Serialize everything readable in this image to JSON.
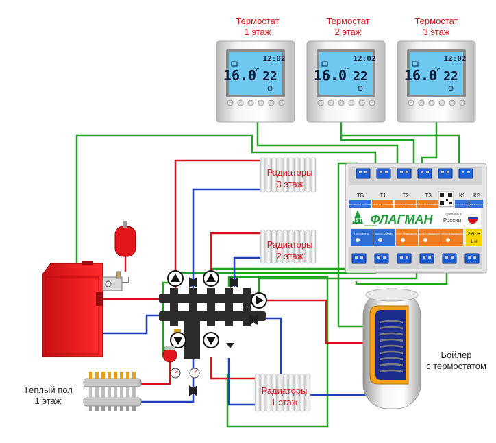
{
  "thermostats": [
    {
      "caption_line1": "Термостат",
      "caption_line2": "1 этаж",
      "time": "12:02",
      "set_temp": "16.0",
      "room_temp": "22",
      "unit": "°C"
    },
    {
      "caption_line1": "Термостат",
      "caption_line2": "2 этаж",
      "time": "12:02",
      "set_temp": "16.0",
      "room_temp": "22",
      "unit": "°C"
    },
    {
      "caption_line1": "Термостат",
      "caption_line2": "3 этаж",
      "time": "12:02",
      "set_temp": "16.0",
      "room_temp": "22",
      "unit": "°C"
    }
  ],
  "radiators": [
    {
      "line1": "Радиаторы",
      "line2": "3 этаж"
    },
    {
      "line1": "Радиаторы",
      "line2": "2 этаж"
    },
    {
      "line1": "Радиаторы",
      "line2": "1 этаж"
    }
  ],
  "floor_heating": {
    "line1": "Тёплый пол",
    "line2": "1 этаж"
  },
  "boiler": {
    "line1": "Бойлер",
    "line2": "с термостатом"
  },
  "controller": {
    "brand": "ФЛАГМАН",
    "logo": "IST",
    "logo_sub": "electronics",
    "made_in_line1": "сделано в",
    "made_in_line2": "России",
    "voltage": "220 В",
    "voltage_terms": "L  N",
    "top_terminals": [
      {
        "code": "ТБ",
        "desc": "ТЕРМОСТАТ БОЙЛЕРА",
        "color": "#2f6fd6"
      },
      {
        "code": "Т1",
        "desc": "ТЕРМОСТАТ ПОМЕЩЕНИЯ 1",
        "color": "#ef7d22"
      },
      {
        "code": "Т2",
        "desc": "ТЕРМОСТАТ ПОМЕЩЕНИЯ 2",
        "color": "#ef7d22"
      },
      {
        "code": "Т3",
        "desc": "ТЕРМОСТАТ ПОМЕЩЕНИЯ 3",
        "color": "#ef7d22"
      },
      {
        "code": "К1",
        "desc": "ПЛАТА КОТЛА 1",
        "color": "#2f6fd6"
      },
      {
        "code": "К2",
        "desc": "ПЛАТА КОТЛА 2",
        "color": "#2f6fd6"
      }
    ],
    "bottom_terminals": [
      {
        "desc": "НАСОС КОТЛА",
        "color": "#2f6fd6"
      },
      {
        "desc": "НАСОС БОЙЛЕРА",
        "color": "#2f6fd6"
      },
      {
        "desc": "НАСОС ПОМЕЩЕНИЯ 1",
        "color": "#ef7d22"
      },
      {
        "desc": "НАСОС ПОМЕЩЕНИЯ 2",
        "color": "#ef7d22"
      },
      {
        "desc": "НАСОС ПОМЕЩЕНИЯ 3",
        "color": "#ef7d22"
      }
    ]
  },
  "colors": {
    "supply_pipe": "#d8141a",
    "return_pipe": "#1f3fbf",
    "signal_wire": "#23a323",
    "boiler_body": "#e3161c",
    "hydro_manifold": "#2c2c2c",
    "thermostat_screen": "#6ec8f0"
  }
}
